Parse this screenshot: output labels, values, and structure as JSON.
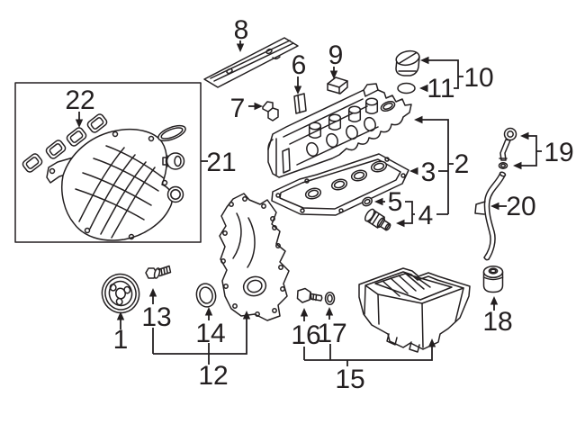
{
  "colors": {
    "background": "#ffffff",
    "line": "#231f20"
  },
  "callouts": [
    {
      "label": "1"
    },
    {
      "label": "2"
    },
    {
      "label": "3"
    },
    {
      "label": "4"
    },
    {
      "label": "5"
    },
    {
      "label": "6"
    },
    {
      "label": "7"
    },
    {
      "label": "8"
    },
    {
      "label": "9"
    },
    {
      "label": "10"
    },
    {
      "label": "11"
    },
    {
      "label": "12"
    },
    {
      "label": "13"
    },
    {
      "label": "14"
    },
    {
      "label": "15"
    },
    {
      "label": "16"
    },
    {
      "label": "17"
    },
    {
      "label": "18"
    },
    {
      "label": "19"
    },
    {
      "label": "20"
    },
    {
      "label": "21"
    },
    {
      "label": "22"
    }
  ]
}
